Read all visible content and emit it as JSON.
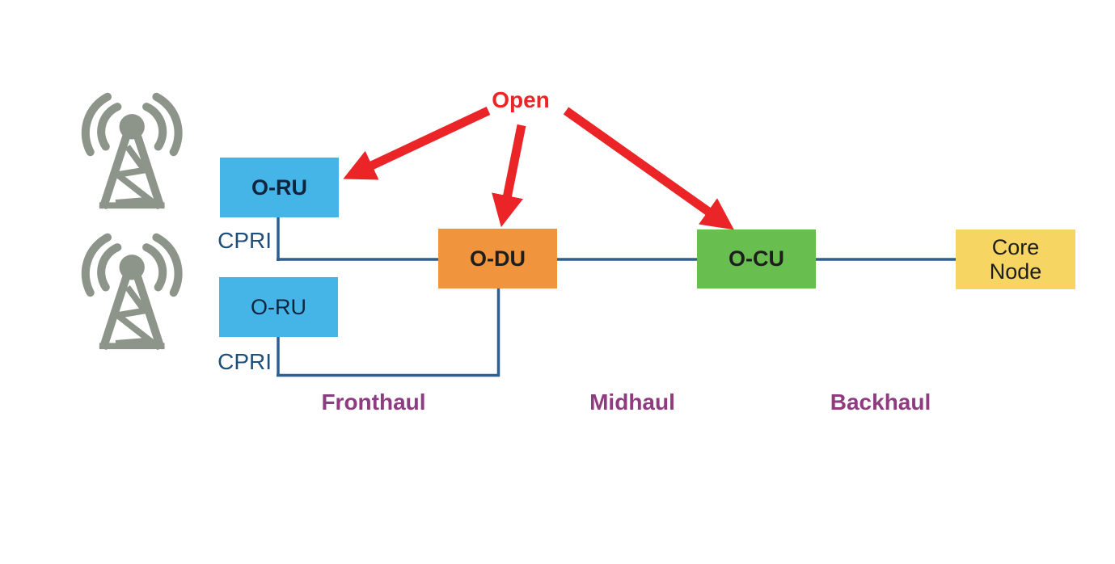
{
  "annotation": {
    "open_label": "Open",
    "arrow_targets": [
      "O-RU",
      "O-DU",
      "O-CU"
    ]
  },
  "nodes": {
    "oru1": {
      "label": "O-RU"
    },
    "oru2": {
      "label": "O-RU"
    },
    "odu": {
      "label": "O-DU"
    },
    "ocu": {
      "label": "O-CU"
    },
    "core": {
      "label": "Core\nNode"
    }
  },
  "interfaces": {
    "cpri1": "CPRI",
    "cpri2": "CPRI"
  },
  "segments": {
    "fronthaul": "Fronthaul",
    "midhaul": "Midhaul",
    "backhaul": "Backhaul"
  },
  "connections": [
    "O-RU (top) - CPRI - O-DU",
    "O-RU (bottom) - CPRI - O-DU",
    "O-DU - O-CU",
    "O-CU - Core Node"
  ],
  "colors": {
    "oru_blue": "#44B5E6",
    "odu_orange": "#F0953E",
    "ocu_green": "#68BE4E",
    "core_yellow": "#F6D563",
    "connector_navy": "#2D5F92",
    "cpri_navy": "#1F4E79",
    "segment_purple": "#8E3B7F",
    "open_red": "#EB2428",
    "tower_gray": "#8D958B",
    "node_text_navy": "#10243D",
    "node_text_dark": "#1E1E1E"
  }
}
